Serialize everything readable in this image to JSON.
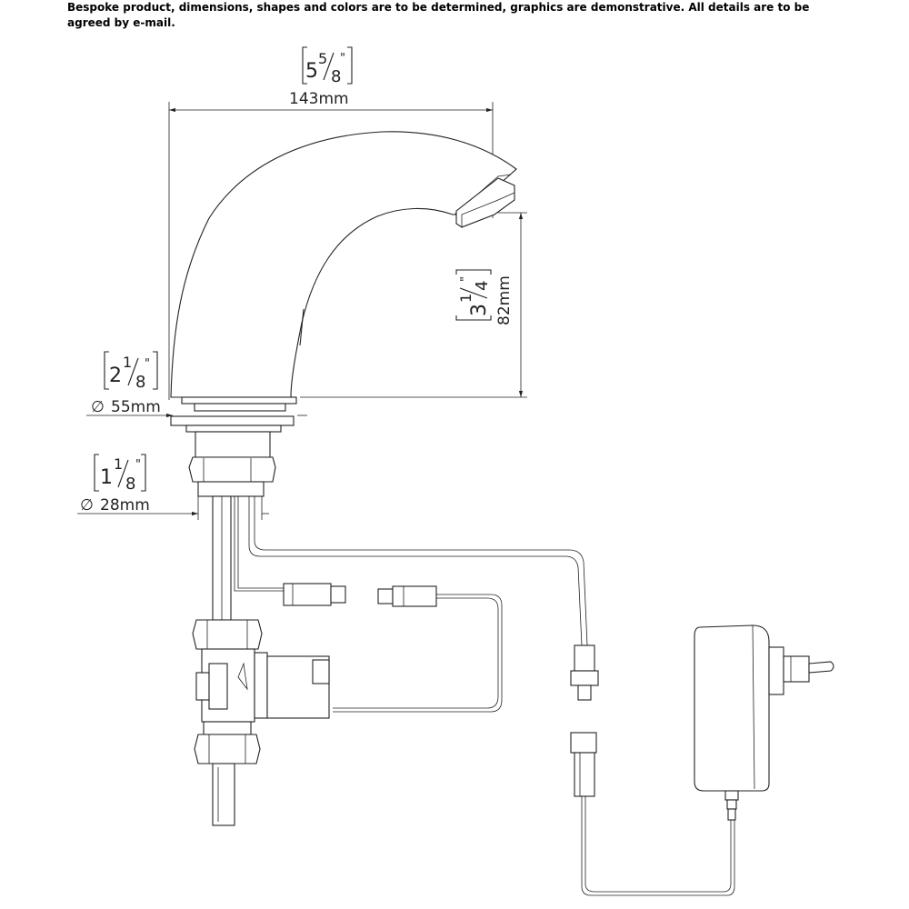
{
  "note": "Bespoke product, dimensions, shapes and colors are to be determined, graphics are demonstrative. All details are to be agreed by e-mail.",
  "dimensions": {
    "width": {
      "metric": "143mm",
      "inch_whole": "5",
      "inch_num": "5",
      "inch_den": "8",
      "inch_mark": "\""
    },
    "height": {
      "metric": "82mm",
      "inch_whole": "3",
      "inch_num": "1",
      "inch_den": "4",
      "inch_mark": "\""
    },
    "base": {
      "metric": "55mm",
      "symbol": "∅",
      "inch_whole": "2",
      "inch_num": "1",
      "inch_den": "8",
      "inch_mark": "\""
    },
    "stem": {
      "metric": "28mm",
      "symbol": "∅",
      "inch_whole": "1",
      "inch_num": "1",
      "inch_den": "8",
      "inch_mark": "\""
    }
  }
}
